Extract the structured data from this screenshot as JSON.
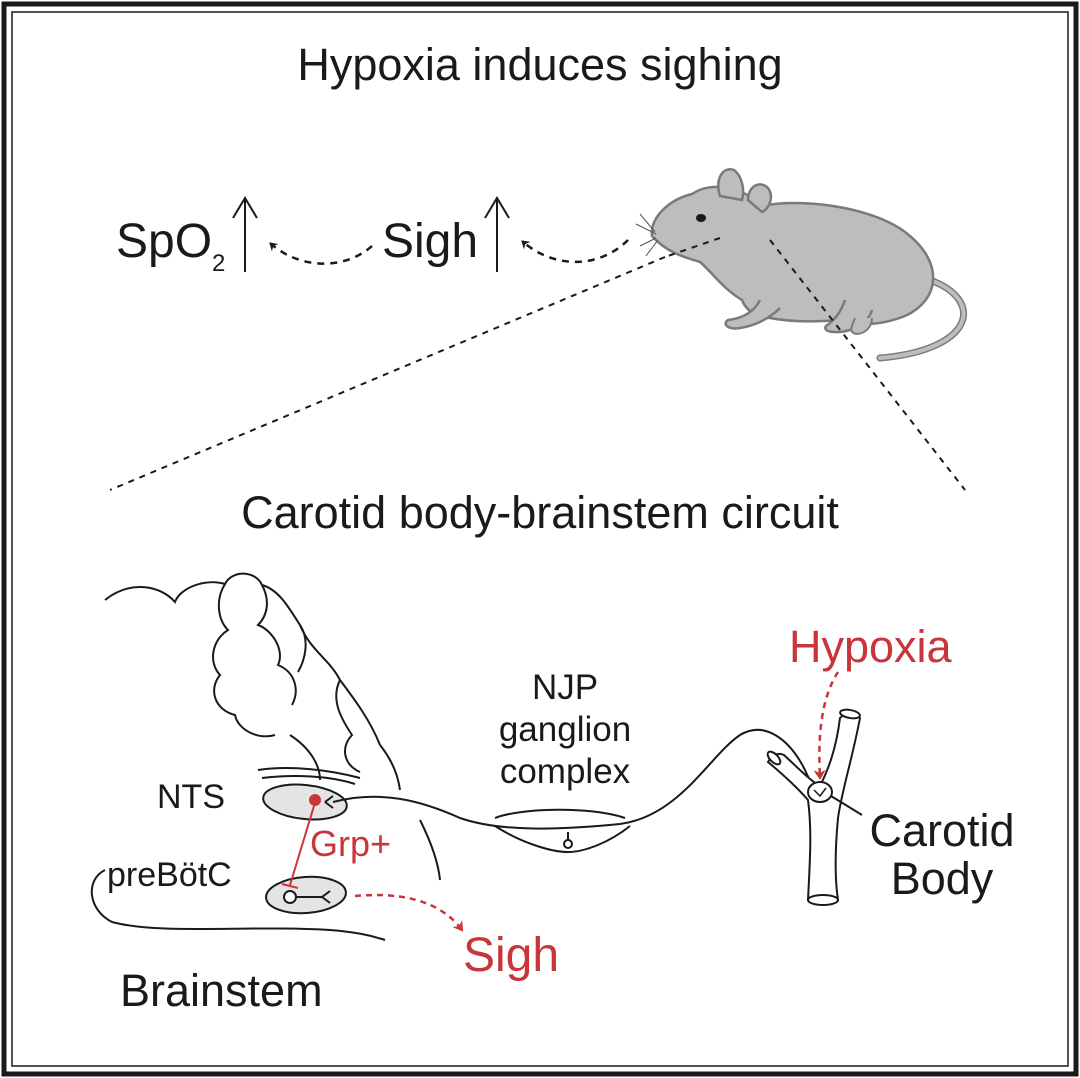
{
  "title": "Hypoxia induces sighing",
  "top_chain": {
    "spo2_label": "SpO",
    "spo2_subscript": "2",
    "sigh_label": "Sigh"
  },
  "section_title": "Carotid body-brainstem circuit",
  "labels": {
    "hypoxia": "Hypoxia",
    "njp_line1": "NJP",
    "njp_line2": "ganglion",
    "njp_line3": "complex",
    "nts": "NTS",
    "grp": "Grp+",
    "prebotc": "preBötC",
    "carotid_line1": "Carotid",
    "carotid_line2": "Body",
    "sigh_output": "Sigh",
    "brainstem": "Brainstem"
  },
  "colors": {
    "outline": "#1a1a1a",
    "accent_red": "#c8353a",
    "mouse_fill": "#bdbdbd",
    "mouse_stroke": "#7a7a7a",
    "nucleus_fill": "#e4e4e4"
  }
}
